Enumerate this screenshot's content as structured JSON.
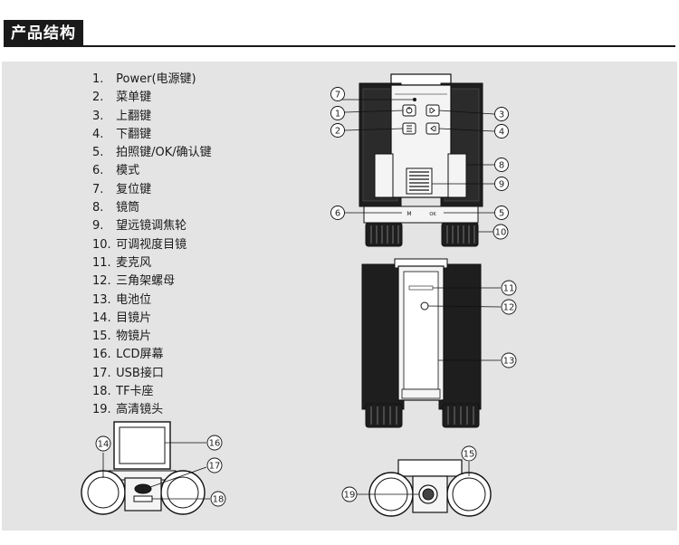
{
  "header": {
    "title": "产品结构"
  },
  "parts": [
    {
      "num": "1.",
      "label": "Power(电源键)"
    },
    {
      "num": "2.",
      "label": "菜单键"
    },
    {
      "num": "3.",
      "label": "上翻键"
    },
    {
      "num": "4.",
      "label": "下翻键"
    },
    {
      "num": "5.",
      "label": "拍照键/OK/确认键"
    },
    {
      "num": "6.",
      "label": "模式"
    },
    {
      "num": "7.",
      "label": "复位键"
    },
    {
      "num": "8.",
      "label": "镜筒"
    },
    {
      "num": "9.",
      "label": "望远镜调焦轮"
    },
    {
      "num": "10.",
      "label": "可调视度目镜"
    },
    {
      "num": "11.",
      "label": "麦克风"
    },
    {
      "num": "12.",
      "label": "三角架螺母"
    },
    {
      "num": "13.",
      "label": "电池位"
    },
    {
      "num": "14.",
      "label": "目镜片"
    },
    {
      "num": "15.",
      "label": "物镜片"
    },
    {
      "num": "16.",
      "label": "LCD屏幕"
    },
    {
      "num": "17.",
      "label": "USB接口"
    },
    {
      "num": "18.",
      "label": "TF卡座"
    },
    {
      "num": "19.",
      "label": "高清镜头"
    }
  ],
  "callouts": {
    "c1": "1",
    "c2": "2",
    "c3": "3",
    "c4": "4",
    "c5": "5",
    "c6": "6",
    "c7": "7",
    "c8": "8",
    "c9": "9",
    "c10": "10",
    "c11": "11",
    "c12": "12",
    "c13": "13",
    "c14": "14",
    "c15": "15",
    "c16": "16",
    "c17": "17",
    "c18": "18",
    "c19": "19"
  },
  "buttons": {
    "mode_label": "M",
    "ok_label": "OK"
  }
}
